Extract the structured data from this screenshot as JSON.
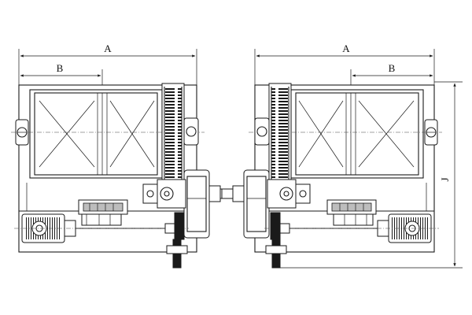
{
  "labels": {
    "left_overall": "A",
    "left_partial": "B",
    "right_overall": "A",
    "right_partial": "B",
    "height": "J"
  }
}
